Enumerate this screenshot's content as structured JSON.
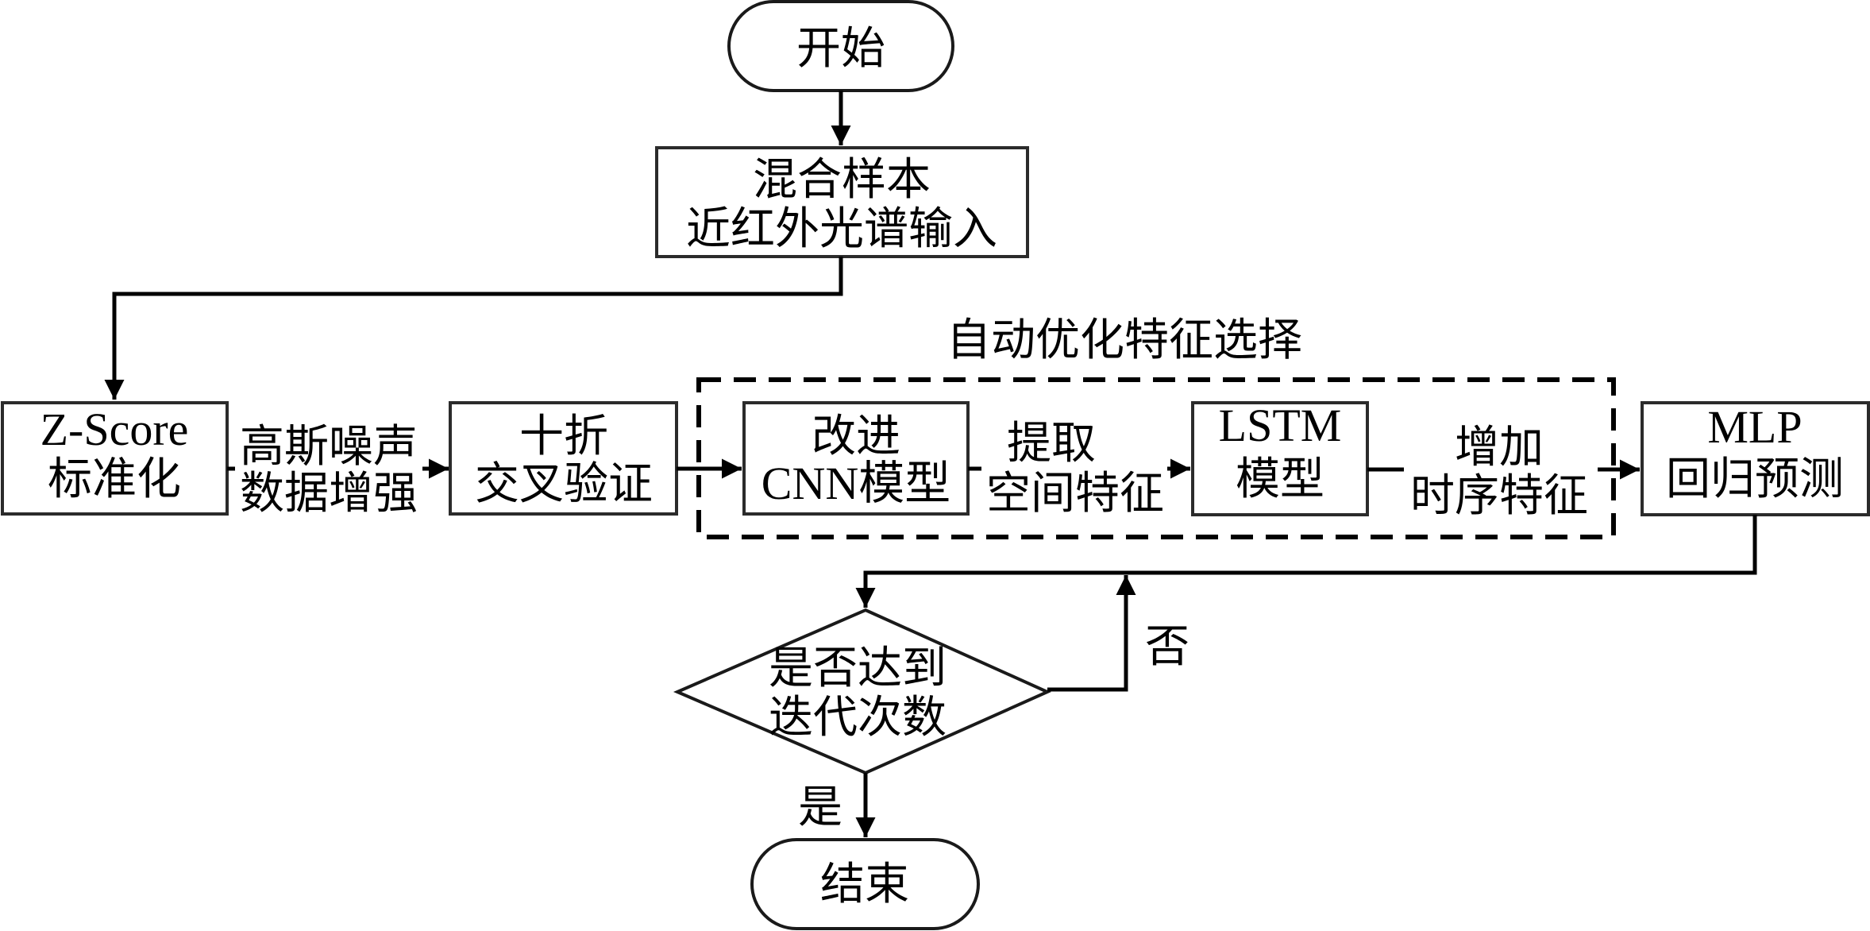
{
  "diagram": {
    "type": "flowchart",
    "group_title": "自动优化特征选择",
    "nodes": {
      "start": {
        "label": "开始"
      },
      "input": {
        "lines": [
          "混合样本",
          "近红外光谱输入"
        ]
      },
      "zscore": {
        "lines": [
          "Z-Score",
          "标准化"
        ]
      },
      "kfold": {
        "lines": [
          "十折",
          "交叉验证"
        ]
      },
      "cnn": {
        "lines": [
          "改进",
          "CNN模型"
        ]
      },
      "lstm": {
        "lines": [
          "LSTM",
          "模型"
        ]
      },
      "mlp": {
        "lines": [
          "MLP",
          "回归预测"
        ]
      },
      "decision": {
        "lines": [
          "是否达到",
          "迭代次数"
        ]
      },
      "end": {
        "label": "结束"
      }
    },
    "edge_labels": {
      "augment": [
        "高斯噪声",
        "数据增强"
      ],
      "spatial": [
        "提取",
        "空间特征"
      ],
      "temporal": [
        "增加",
        "时序特征"
      ],
      "no": "否",
      "yes": "是"
    }
  }
}
